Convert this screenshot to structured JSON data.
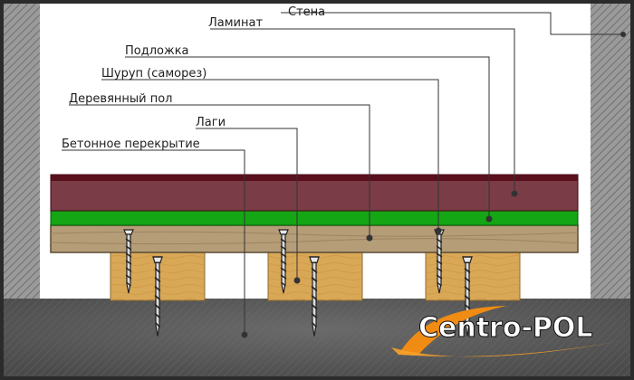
{
  "labels": {
    "wall": "Стена",
    "laminate": "Ламинат",
    "underlay": "Подложка",
    "screw": "Шуруп (саморез)",
    "wood_floor": "Деревянный пол",
    "joists": "Лаги",
    "concrete": "Бетонное перекрытие"
  },
  "logo": {
    "text": "Centro-POL"
  },
  "colors": {
    "wall": "#8c8c8c",
    "background": "#ffffff",
    "laminate": "#7a3d48",
    "laminate_top": "#5a0f1c",
    "underlay": "#14a614",
    "wood_floor": "#b59d78",
    "joist": "#d9a857",
    "concrete": "#555555",
    "leader": "#333333",
    "logo_swoosh": "#f08c14"
  }
}
